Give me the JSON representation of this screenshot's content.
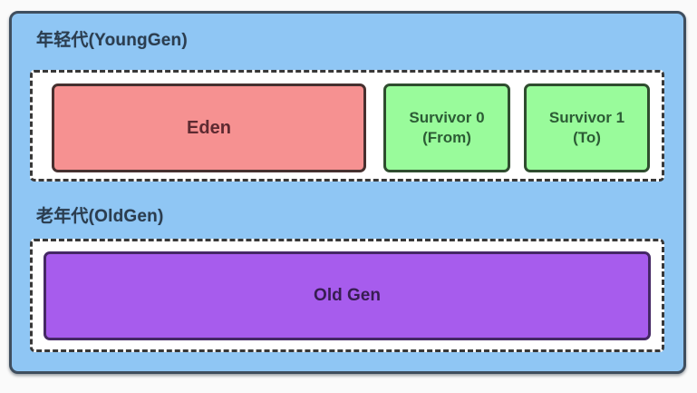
{
  "palette": {
    "page_bg": "#fafafa",
    "container_bg": "#8fc6f4",
    "container_border": "#3f4e5e",
    "section_label_text": "#2b3d4f",
    "dashed_zone_bg": "#ffffff",
    "dashed_zone_border": "#383838",
    "eden_bg": "#f69191",
    "eden_border": "#46302f",
    "eden_text": "#5d2a31",
    "survivor_bg": "#99fb9b",
    "survivor_border": "#2f4d2f",
    "survivor_text": "#2c5c35",
    "old_gen_bg": "#a75ced",
    "old_gen_border": "#452865",
    "old_gen_text": "#371d52"
  },
  "young_gen": {
    "label": "年轻代(YoungGen)",
    "regions": [
      {
        "name": "Eden"
      },
      {
        "name": "Survivor 0",
        "sub": "(From)"
      },
      {
        "name": "Survivor 1",
        "sub": "(To)"
      }
    ]
  },
  "old_gen": {
    "label": "老年代(OldGen)",
    "regions": [
      {
        "name": "Old Gen"
      }
    ]
  }
}
